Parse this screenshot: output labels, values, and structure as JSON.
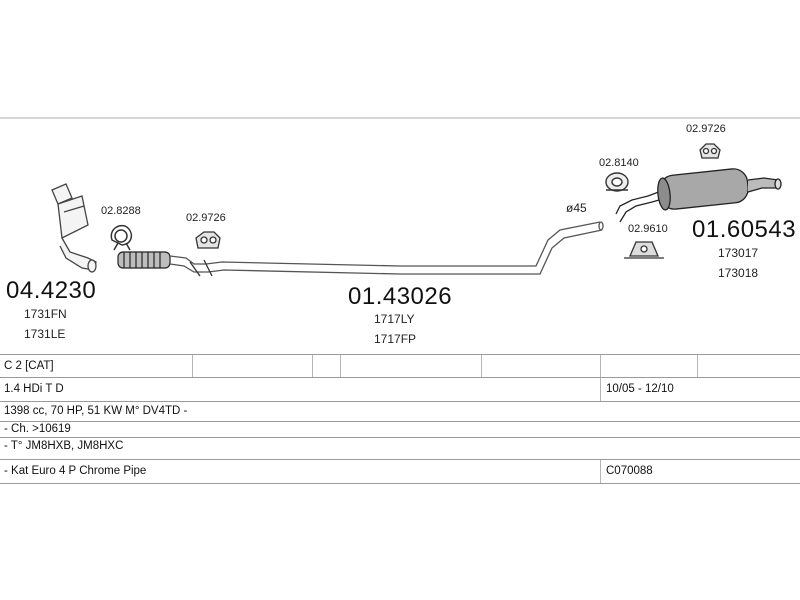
{
  "parts": {
    "catalyst": {
      "number": "04.4230",
      "refs": [
        "1731FN",
        "1731LE"
      ]
    },
    "clamp_front": "02.8288",
    "rubber_front": "02.9726",
    "middle_pipe": {
      "number": "01.43026",
      "refs": [
        "1717LY",
        "1717FP"
      ]
    },
    "diameter": "ø45",
    "ring": "02.8140",
    "bracket": "02.9610",
    "rubber_rear": "02.9726",
    "rear_silencer": {
      "number": "01.60543",
      "refs": [
        "173017",
        "173018"
      ]
    }
  },
  "vehicle_table": {
    "model": "C 2  [CAT]",
    "engine": "1.4 HDi T D",
    "years": "10/05 - 12/10",
    "specs": "1398 cc, 70 HP, 51 KW  M° DV4TD -",
    "chassis": "- Ch.  >10619",
    "types": "- T° JM8HXB, JM8HXC",
    "kit_note": "- Kat Euro 4  P Chrome Pipe",
    "kit_code": "C070088"
  }
}
